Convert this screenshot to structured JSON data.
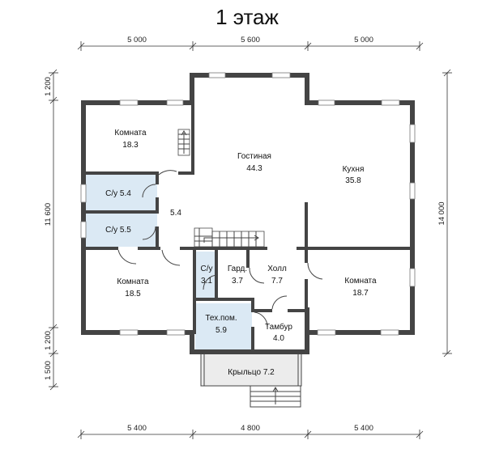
{
  "title": "1 этаж",
  "dimensions": {
    "top": [
      "5 000",
      "5 600",
      "5 000"
    ],
    "bottom": [
      "5 400",
      "4 800",
      "5 400"
    ],
    "left": [
      "1 200",
      "11 600",
      "1 200",
      "1 500"
    ],
    "right": [
      "14 000"
    ]
  },
  "rooms": [
    {
      "name": "Комната",
      "area": "18.3"
    },
    {
      "name": "Гостиная",
      "area": "44.3"
    },
    {
      "name": "Кухня",
      "area": "35.8"
    },
    {
      "name": "С/у 5.4",
      "area": ""
    },
    {
      "name": "С/у 5.5",
      "area": ""
    },
    {
      "name": "",
      "area": "5.4"
    },
    {
      "name": "Комната",
      "area": "18.5"
    },
    {
      "name": "С/у",
      "area": "3.1"
    },
    {
      "name": "Гард.",
      "area": "3.7"
    },
    {
      "name": "Холл",
      "area": "7.7"
    },
    {
      "name": "Комната",
      "area": "18.7"
    },
    {
      "name": "Тех.пом.",
      "area": "5.9"
    },
    {
      "name": "Тамбур",
      "area": "4.0"
    },
    {
      "name": "Крыльцо 7.2",
      "area": ""
    }
  ],
  "colors": {
    "wall": "#444444",
    "tile": "#dbe9f4",
    "porch": "#ececec"
  }
}
